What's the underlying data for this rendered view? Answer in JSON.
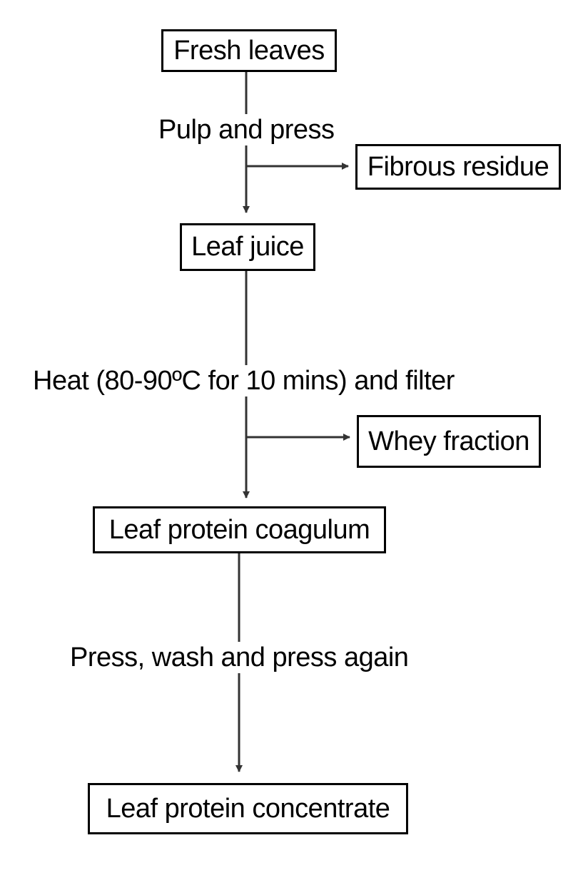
{
  "nodes": {
    "fresh_leaves": "Fresh leaves",
    "fibrous_residue": "Fibrous residue",
    "leaf_juice": "Leaf juice",
    "whey_fraction": "Whey fraction",
    "leaf_protein_coagulum": "Leaf protein coagulum",
    "leaf_protein_concentrate": "Leaf protein concentrate"
  },
  "steps": {
    "pulp_and_press": "Pulp and press",
    "heat_and_filter": "Heat (80-90ºC for 10 mins) and filter",
    "press_wash_press": "Press, wash and press again"
  },
  "colors": {
    "line": "#333333",
    "text": "#000000",
    "background": "#ffffff"
  }
}
